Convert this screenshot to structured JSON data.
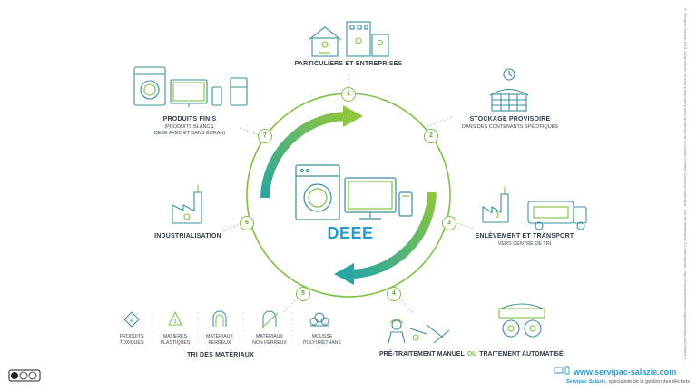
{
  "center": {
    "title": "DEEE"
  },
  "steps": [
    {
      "num": "1",
      "title": "PARTICULIERS ET ENTREPRISES",
      "sub": ""
    },
    {
      "num": "2",
      "title": "STOCKAGE PROVISOIRE",
      "sub": "DANS DES CONTENANTS SPÉCIFIQUES"
    },
    {
      "num": "3",
      "title": "ENLÈVEMENT ET TRANSPORT",
      "sub": "VERS CENTRE DE TRI"
    },
    {
      "num": "4",
      "title": "PRÉ-TRAITEMENT MANUEL",
      "title_or": "OU",
      "title_b": "TRAITEMENT AUTOMATISÉ"
    },
    {
      "num": "5",
      "title": "TRI DES MATÉRIAUX",
      "sub": ""
    },
    {
      "num": "6",
      "title": "INDUSTRIALISATION",
      "sub": ""
    },
    {
      "num": "7",
      "title": "PRODUITS FINIS",
      "sub1": "(PRODUITS BLANCS,",
      "sub2": "DEEE AVEC ET SANS ÉCRAN)"
    }
  ],
  "materials": [
    {
      "l1": "PRODUITS",
      "l2": "TOXIQUES",
      "icon": "toxic-icon"
    },
    {
      "l1": "MATIÈRES",
      "l2": "PLASTIQUES",
      "icon": "plastic-recycle-icon"
    },
    {
      "l1": "MATÉRIAUX",
      "l2": "FERREUX",
      "icon": "magnet-icon"
    },
    {
      "l1": "MATÉRIAUX",
      "l2": "NON FERREUX",
      "icon": "magnet-crossed-icon"
    },
    {
      "l1": "MOUSSE",
      "l2": "POLYURÉTHANE",
      "icon": "foam-icon"
    }
  ],
  "footer": {
    "website": "www.servipac-salazie.com",
    "tagline_brand": "Servipac-Salazie",
    "tagline_rest": ", spécialiste de la gestion des déchets",
    "cc": "cc by nd"
  },
  "license_text": "© Servipac-Salazie 2018. Cette œuvre est mise à disposition selon les termes de la Licence Creative Commons Attribution - Pas de Modification 4.0 International - https://creativecommons.org/licenses/by-nd/4.0/deed.fr",
  "colors": {
    "green": "#7cc242",
    "teal": "#2aa6a0",
    "blue": "#2a9bd0",
    "line": "#7cc242",
    "icon": "#3a8f9e"
  }
}
